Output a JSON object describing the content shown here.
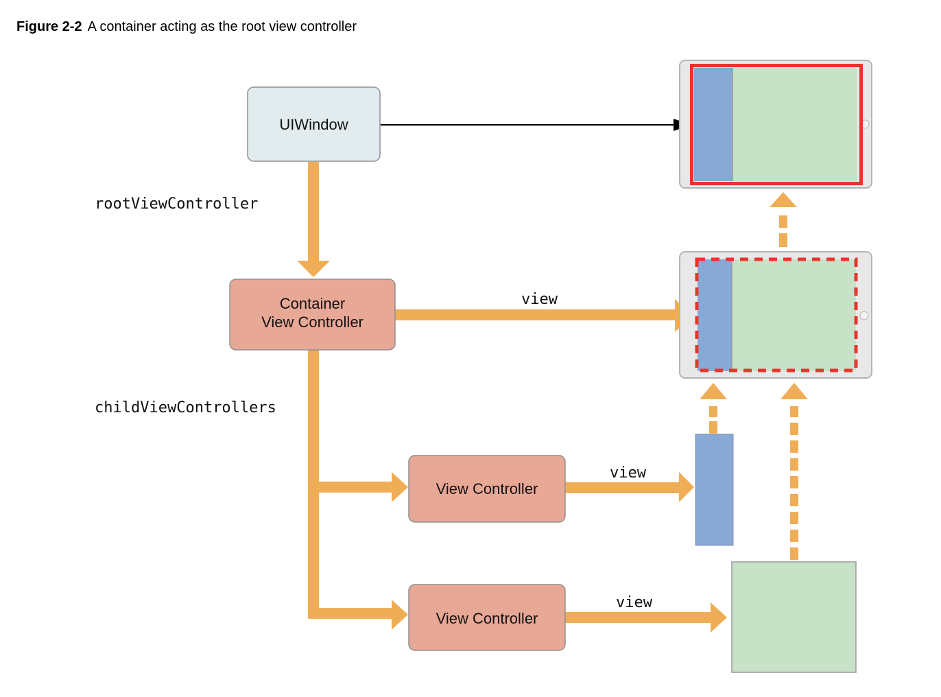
{
  "figure": {
    "number": "Figure 2-2",
    "title": "A container acting as the root view controller"
  },
  "nodes": {
    "window": {
      "label": "UIWindow"
    },
    "container": {
      "line1": "Container",
      "line2": "View Controller"
    },
    "child1": {
      "label": "View Controller"
    },
    "child2": {
      "label": "View Controller"
    }
  },
  "edges": {
    "root": "rootViewController",
    "children": "childViewControllers",
    "container_view": "view",
    "child1_view": "view",
    "child2_view": "view"
  },
  "colors": {
    "orange": "#efae55",
    "box_window": "#e2ecee",
    "box_controller": "#e8a896",
    "view_blue": "#88a8d6",
    "view_green": "#c8e2c8",
    "highlight_red": "#e8342d",
    "device_frame": "#e8e8e8"
  }
}
